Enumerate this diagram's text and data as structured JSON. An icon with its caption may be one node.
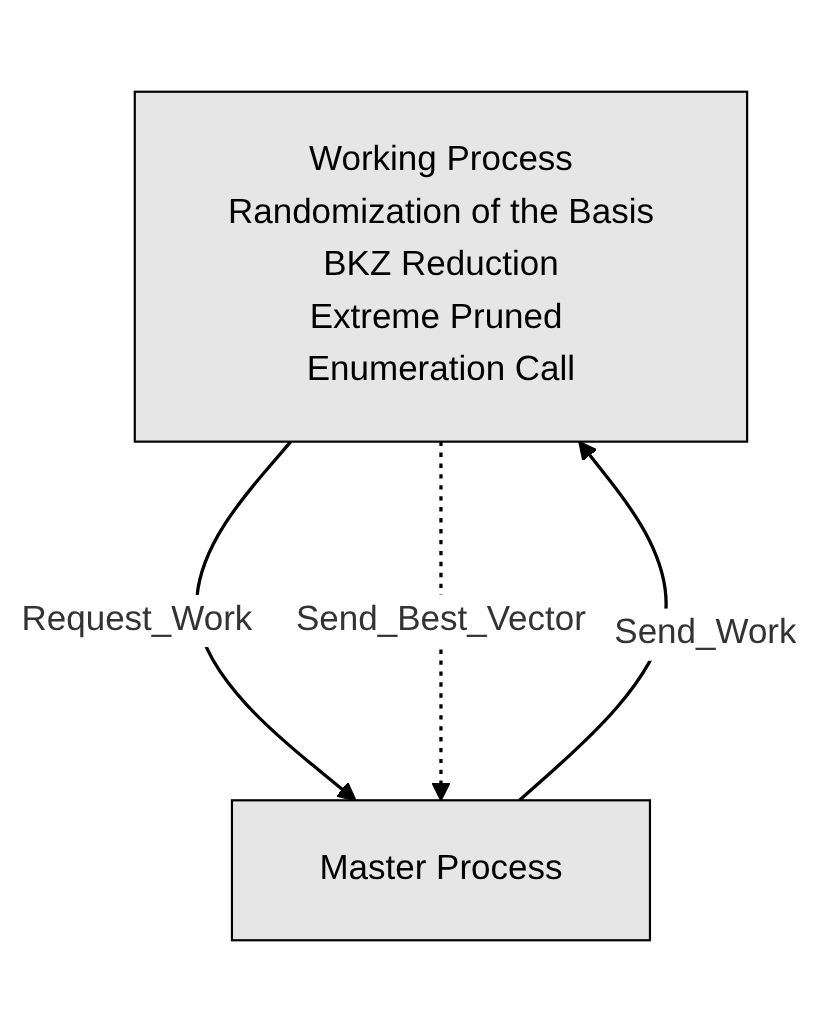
{
  "diagram": {
    "nodes": [
      {
        "text": [
          "Working Process",
          "Randomization of the Basis",
          "BKZ Reduction",
          "Extreme Pruned Enumeration Call"
        ]
      },
      {
        "text": [
          "Master Process"
        ]
      }
    ],
    "edges": [
      {
        "from": 0,
        "to": 1,
        "arrow": "to",
        "label": "Request_Work"
      },
      {
        "from": 1,
        "to": 0,
        "arrow": "to",
        "label": "Send_Work"
      },
      {
        "from": 0,
        "to": 1,
        "arrow": "to",
        "label": "Send_Best_Vector",
        "style": "dashed"
      }
    ]
  }
}
